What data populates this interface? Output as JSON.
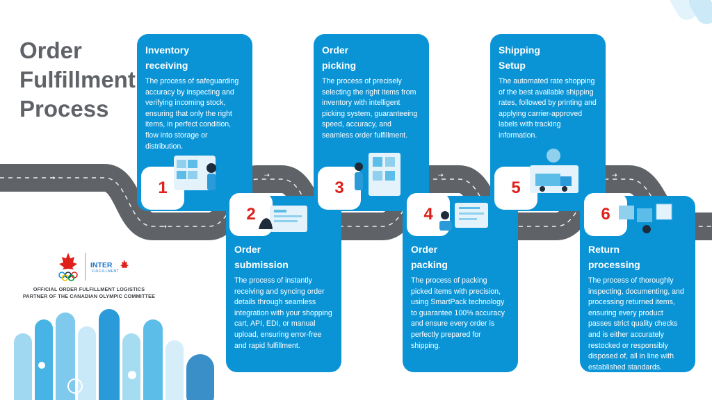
{
  "title": {
    "line1": "Order",
    "line2": "Fulfillment",
    "line3": "Process"
  },
  "steps": [
    {
      "number": "1",
      "title": "Inventory receiving",
      "body": "The process of safeguarding accuracy by inspecting and verifying incoming stock, ensuring that only the right items, in perfect condition, flow into storage or distribution."
    },
    {
      "number": "2",
      "title": "Order submission",
      "body": "The process of instantly receiving and syncing order details through seamless integration with your shopping cart, API, EDI, or manual upload, ensuring error-free and rapid fulfillment."
    },
    {
      "number": "3",
      "title": "Order picking",
      "body": "The process of precisely selecting the right items from inventory with intelligent picking system, guaranteeing speed, accuracy, and seamless order fulfillment."
    },
    {
      "number": "4",
      "title": "Order packing",
      "body": "The process of packing picked items with precision, using SmartPack technology to guarantee 100% accuracy and ensure every order is perfectly prepared for shipping."
    },
    {
      "number": "5",
      "title": "Shipping Setup",
      "body": "The automated rate shopping of the best available shipping rates, followed by printing and applying carrier-approved labels with tracking information."
    },
    {
      "number": "6",
      "title": "Return processing",
      "body": "The process of thoroughly inspecting, documenting, and processing returned items, ensuring every product passes strict quality checks and is either accurately restocked or responsibly disposed of, all in line with established standards."
    }
  ],
  "branding": {
    "partner_logo": "INTER",
    "partner_sub": "FULFILLMENT",
    "caption_line1": "OFFICIAL ORDER FULFILLMENT LOGISTICS",
    "caption_line2": "PARTNER OF THE CANADIAN OLYMPIC COMMITTEE"
  },
  "colors": {
    "card": "#0a94d6",
    "road": "#5f6368",
    "number": "#e0201b",
    "title": "#5f6368"
  },
  "icons": [
    "maple-leaf-icon",
    "olympic-rings-icon",
    "road-arrow-icon",
    "warehouse-illustration",
    "delivery-truck-illustration"
  ]
}
